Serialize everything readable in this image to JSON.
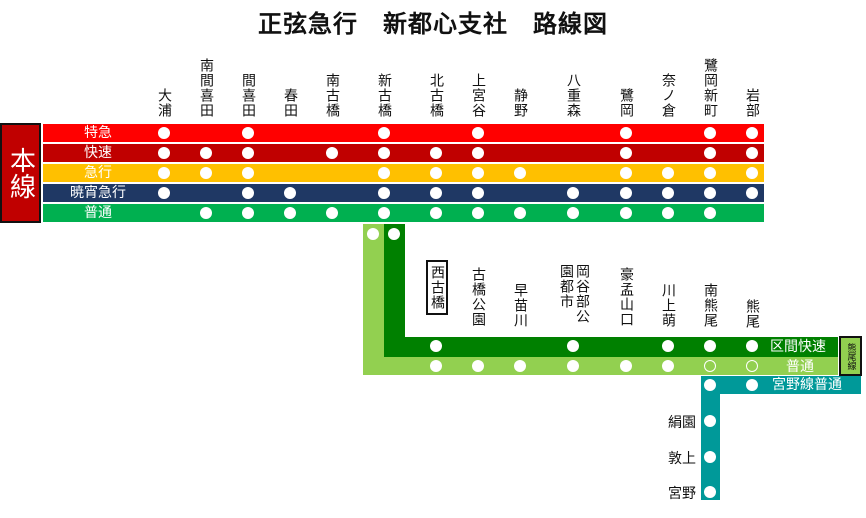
{
  "title": "正弦急行　新都心支社　路線図",
  "honsen_label": "本線",
  "kumao_label": "熊尾線",
  "main_stations": [
    "大浦",
    "南間喜田",
    "間喜田",
    "春田",
    "南古橋",
    "新古橋",
    "北古橋",
    "上宮谷",
    "静野",
    "八重森",
    "鷺岡",
    "奈ノ倉",
    "鷺岡新町",
    "岩部"
  ],
  "main_services": [
    {
      "name": "特急",
      "color": "#ff0000",
      "stops": [
        1,
        0,
        1,
        0,
        0,
        1,
        0,
        1,
        0,
        0,
        1,
        0,
        1,
        1
      ]
    },
    {
      "name": "快速",
      "color": "#c00000",
      "stops": [
        1,
        1,
        1,
        0,
        1,
        1,
        1,
        1,
        0,
        0,
        1,
        0,
        1,
        1
      ]
    },
    {
      "name": "急行",
      "color": "#ffc000",
      "stops": [
        1,
        1,
        1,
        0,
        0,
        1,
        1,
        1,
        1,
        0,
        1,
        1,
        1,
        1
      ]
    },
    {
      "name": "暁宵急行",
      "color": "#1f3864",
      "stops": [
        1,
        0,
        1,
        1,
        0,
        1,
        1,
        1,
        0,
        1,
        1,
        1,
        1,
        1
      ]
    },
    {
      "name": "普通",
      "color": "#00b050",
      "stops": [
        0,
        1,
        1,
        1,
        1,
        1,
        1,
        1,
        1,
        1,
        1,
        1,
        1,
        0
      ]
    }
  ],
  "branch_stations": [
    "西古橋",
    "古橋公園",
    "早苗川",
    "岡谷部公園都市",
    "豪孟山口",
    "川上萌",
    "南熊尾",
    "熊尾"
  ],
  "branch_services": [
    {
      "name": "区間快速",
      "color": "#008000",
      "stops": [
        1,
        0,
        0,
        1,
        0,
        1,
        1,
        1
      ]
    },
    {
      "name": "普通",
      "color": "#92d050",
      "stops": [
        1,
        1,
        1,
        1,
        1,
        1,
        0,
        0
      ]
    }
  ],
  "miyano_service": {
    "name": "宮野線普通",
    "color": "#009999"
  },
  "miyano_stations": [
    "絹園",
    "敦上",
    "宮野"
  ]
}
